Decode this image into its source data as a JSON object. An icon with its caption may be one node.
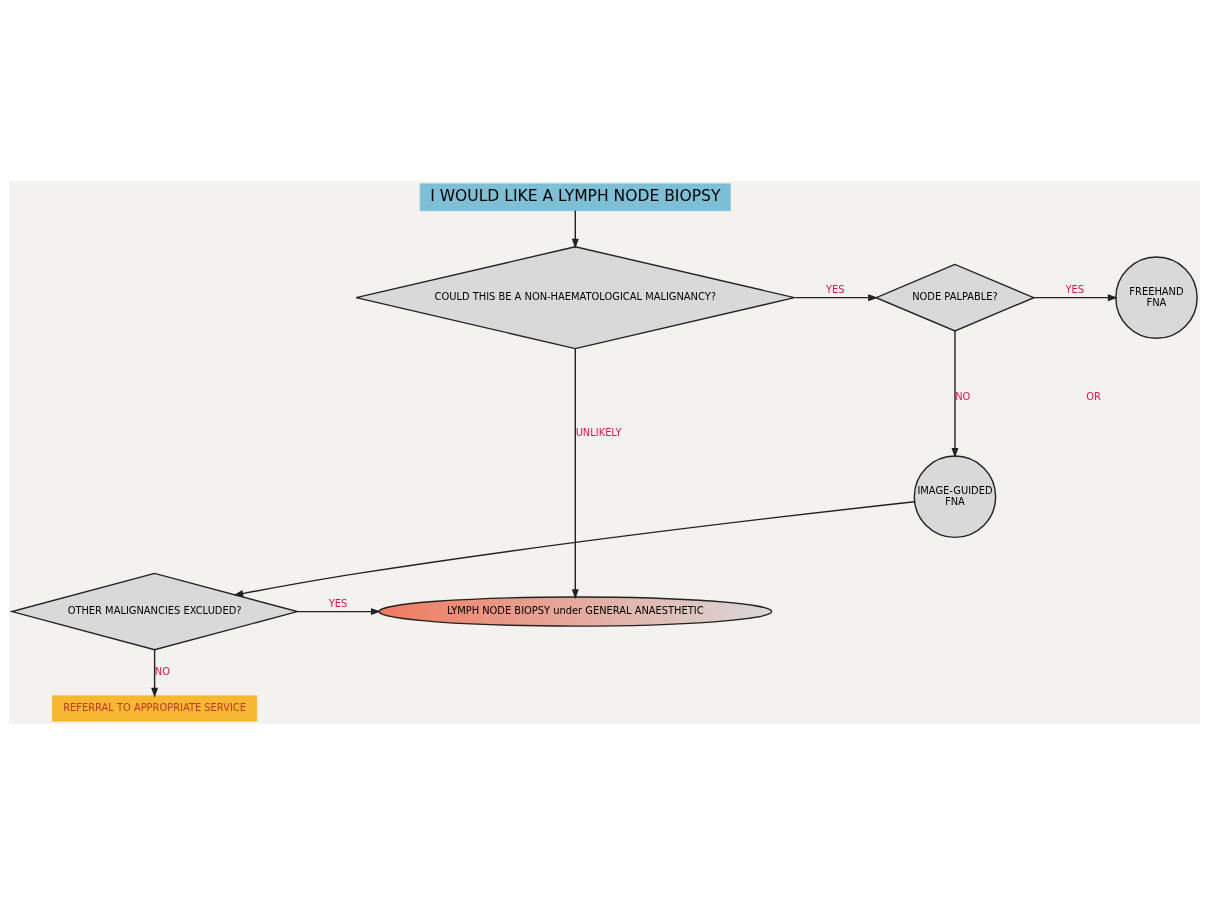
{
  "diagram": {
    "nodes": [
      {
        "text": [
          "I WOULD LIKE A LYMPH NODE BIOPSY"
        ]
      },
      {
        "text": [
          "COULD THIS BE A NON-HAEMATOLOGICAL MALIGNANCY?"
        ]
      },
      {
        "text": [
          "NODE PALPABLE?"
        ]
      },
      {
        "text": [
          "FREEHAND",
          "FNA"
        ]
      },
      {
        "text": [
          "IMAGE-GUIDED",
          "FNA"
        ]
      },
      {
        "text": [
          "LYMPH NODE BIOPSY under GENERAL ANAESTHETIC"
        ]
      },
      {
        "text": [
          "OTHER MALIGNANCIES EXCLUDED?"
        ]
      },
      {
        "text": [
          "REFERRAL TO APPROPRIATE SERVICE"
        ]
      }
    ],
    "edges": [
      {
        "from": 0,
        "to": 1,
        "arrow": "to"
      },
      {
        "from": 1,
        "to": 2,
        "arrow": "to",
        "label": "YES"
      },
      {
        "from": 2,
        "to": 3,
        "arrow": "to",
        "label": "YES"
      },
      {
        "from": 2,
        "to": 4,
        "arrow": "to",
        "label": "NO"
      },
      {
        "from": 1,
        "to": 5,
        "arrow": "to",
        "label": "UNLIKELY"
      },
      {
        "from": 4,
        "to": 6,
        "arrow": "to"
      },
      {
        "from": 6,
        "to": 5,
        "arrow": "to",
        "label": "YES"
      },
      {
        "from": 6,
        "to": 7,
        "arrow": "to",
        "label": "NO"
      }
    ],
    "labels": [
      "OR"
    ]
  }
}
